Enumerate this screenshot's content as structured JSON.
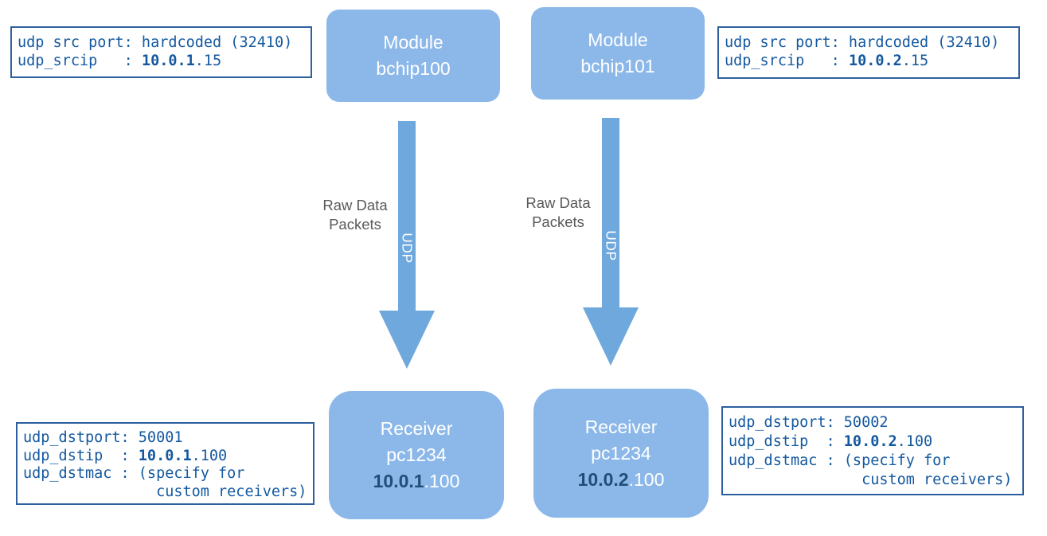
{
  "diagram": {
    "modules": [
      {
        "line1": "Module",
        "line2": "bchip100"
      },
      {
        "line1": "Module",
        "line2": "bchip101"
      }
    ],
    "receivers": [
      {
        "line1": "Receiver",
        "line2": "pc1234",
        "ip_bold": "10.0.1",
        "ip_rest": ".100"
      },
      {
        "line1": "Receiver",
        "line2": "pc1234",
        "ip_bold": "10.0.2",
        "ip_rest": ".100"
      }
    ],
    "flows": [
      {
        "label_line1": "Raw Data",
        "label_line2": "Packets",
        "arrow_text": "UDP"
      },
      {
        "label_line1": "Raw Data",
        "label_line2": "Packets",
        "arrow_text": "UDP"
      }
    ],
    "src_notes": [
      {
        "line1": "udp src port: hardcoded (32410)",
        "line2_prefix": "udp_srcip   : ",
        "line2_bold": "10.0.1",
        "line2_rest": ".15"
      },
      {
        "line1": "udp src port: hardcoded (32410)",
        "line2_prefix": "udp_srcip   : ",
        "line2_bold": "10.0.2",
        "line2_rest": ".15"
      }
    ],
    "dst_notes": [
      {
        "line1": "udp_dstport: 50001",
        "line2_prefix": "udp_dstip  : ",
        "line2_bold": "10.0.1",
        "line2_rest": ".100",
        "line3": "udp_dstmac : (specify for",
        "line4": "               custom receivers)"
      },
      {
        "line1": "udp_dstport: 50002",
        "line2_prefix": "udp_dstip  : ",
        "line2_bold": "10.0.2",
        "line2_rest": ".100",
        "line3": "udp_dstmac : (specify for",
        "line4": "               custom receivers)"
      }
    ],
    "colors": {
      "node_fill": "#8cb8e9",
      "arrow_fill": "#6fa8dc",
      "note_border": "#2e5f9e",
      "note_text": "#1459a0",
      "node_text": "#ffffff",
      "ip_highlight_dark": "#1f4e79",
      "flow_label_text": "#595959",
      "background": "#ffffff"
    }
  }
}
